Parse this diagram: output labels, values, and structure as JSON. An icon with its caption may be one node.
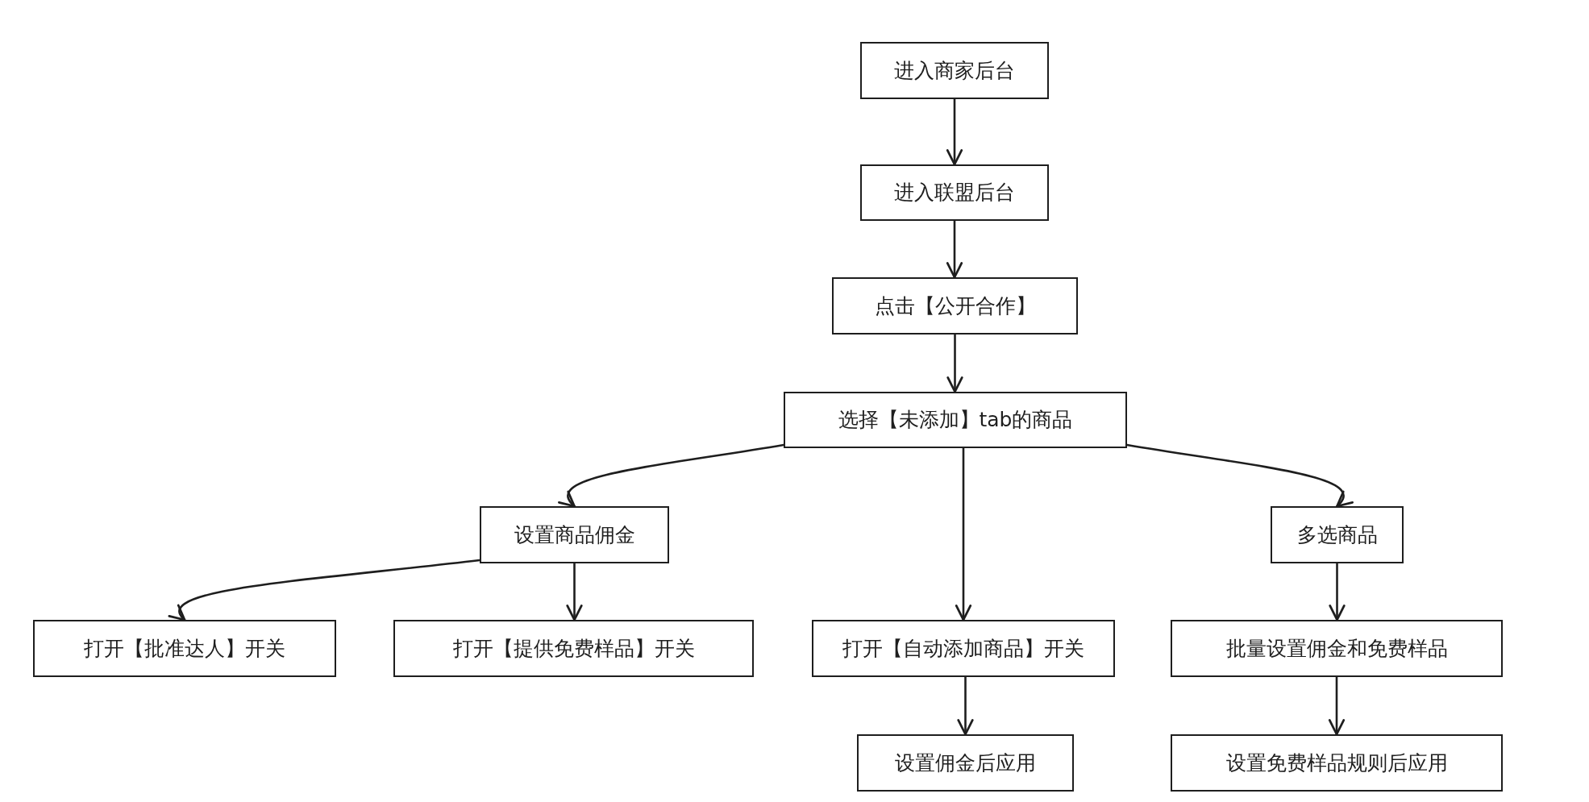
{
  "diagram": {
    "nodes": [
      {
        "text": [
          "进入商家后台"
        ]
      },
      {
        "text": [
          "进入联盟后台"
        ]
      },
      {
        "text": [
          "点击【公开合作】"
        ]
      },
      {
        "text": [
          "选择【未添加】tab的商品"
        ]
      },
      {
        "text": [
          "设置商品佣金"
        ]
      },
      {
        "text": [
          "多选商品"
        ]
      },
      {
        "text": [
          "打开【批准达人】开关"
        ]
      },
      {
        "text": [
          "打开【提供免费样品】开关"
        ]
      },
      {
        "text": [
          "打开【自动添加商品】开关"
        ]
      },
      {
        "text": [
          "批量设置佣金和免费样品"
        ]
      },
      {
        "text": [
          "设置佣金后应用"
        ]
      },
      {
        "text": [
          "设置免费样品规则后应用"
        ]
      }
    ],
    "edges": [
      {
        "from": 0,
        "to": 1,
        "arrow": "to"
      },
      {
        "from": 1,
        "to": 2,
        "arrow": "to"
      },
      {
        "from": 2,
        "to": 3,
        "arrow": "to"
      },
      {
        "from": 3,
        "to": 4,
        "arrow": "to"
      },
      {
        "from": 3,
        "to": 8,
        "arrow": "to"
      },
      {
        "from": 3,
        "to": 5,
        "arrow": "to"
      },
      {
        "from": 4,
        "to": 6,
        "arrow": "to"
      },
      {
        "from": 4,
        "to": 7,
        "arrow": "to"
      },
      {
        "from": 8,
        "to": 10,
        "arrow": "to"
      },
      {
        "from": 5,
        "to": 9,
        "arrow": "to"
      },
      {
        "from": 9,
        "to": 11,
        "arrow": "to"
      }
    ]
  }
}
